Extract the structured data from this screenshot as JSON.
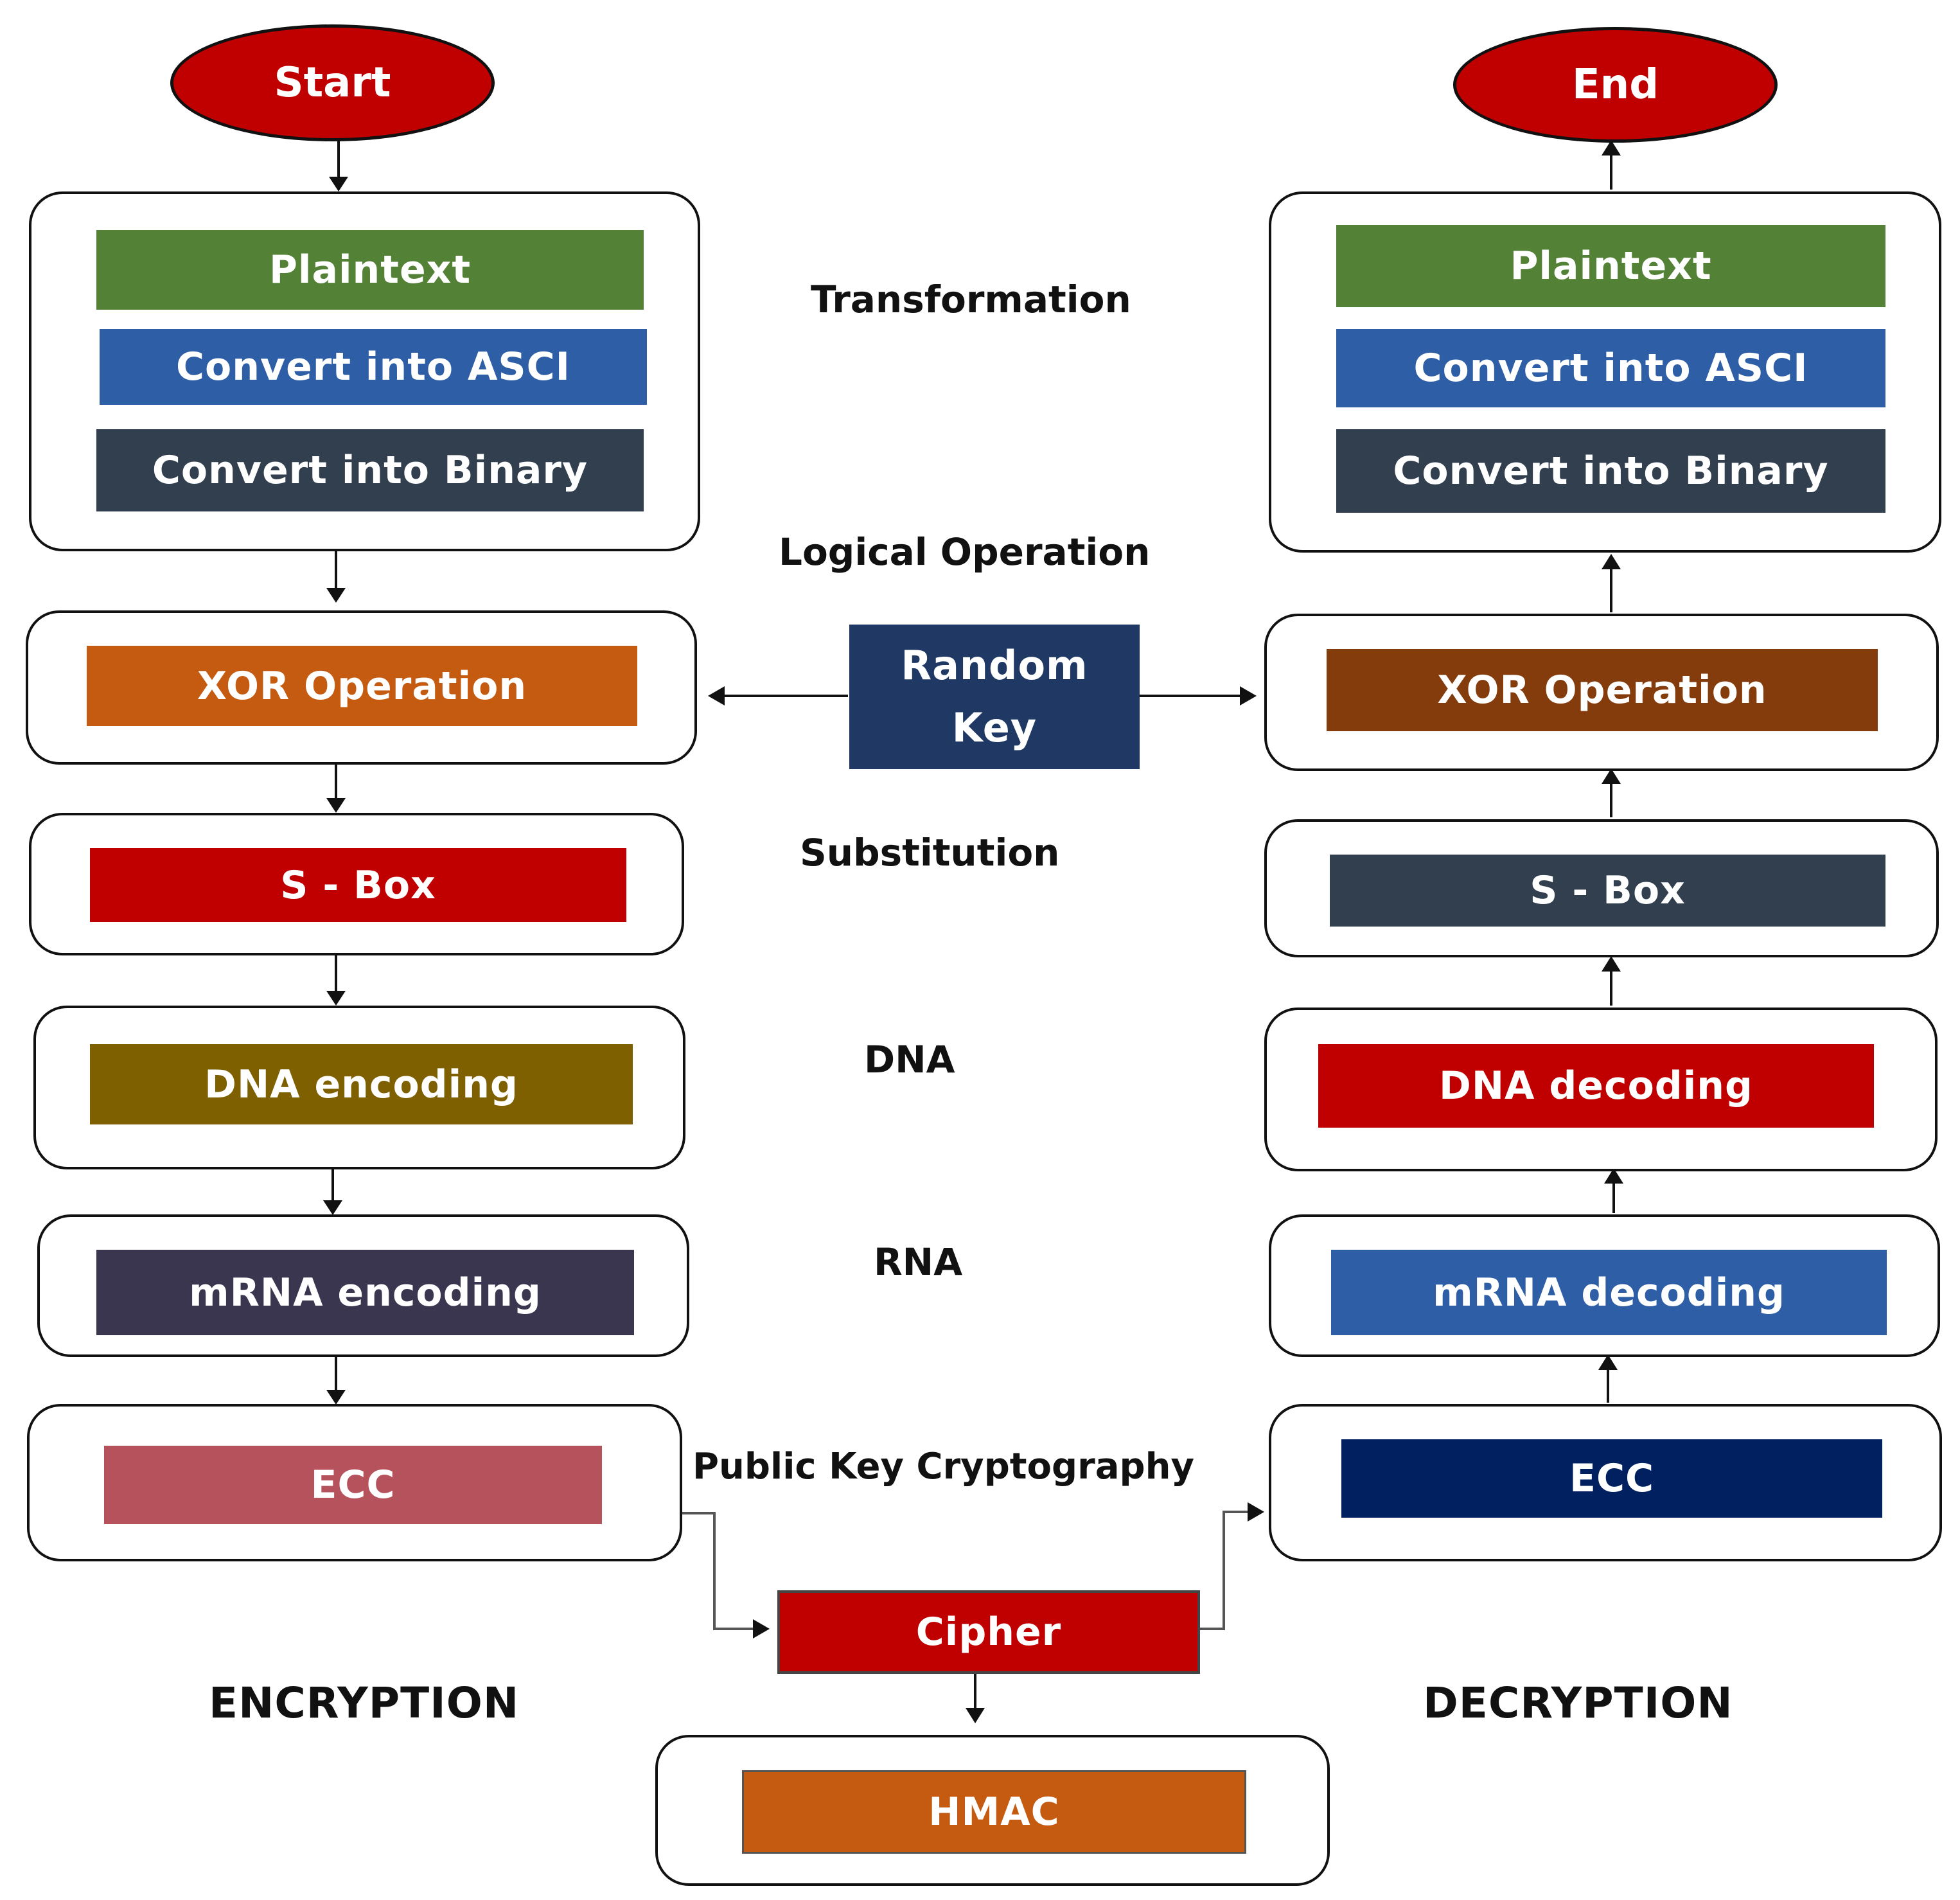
{
  "colors": {
    "green": "#538135",
    "blue": "#2e5ea6",
    "slate": "#323f4f",
    "orange": "#c55a11",
    "brown": "#843c0c",
    "red": "#c00000",
    "olive": "#7f6000",
    "purple_dark": "#3b3650",
    "rose": "#b5525b",
    "navy": "#002060",
    "navy_key": "#1f3864",
    "oval_red": "#c00000",
    "stroke": "#111111"
  },
  "terminals": {
    "start": "Start",
    "end": "End"
  },
  "encryption": {
    "title": "ENCRYPTION",
    "transform": [
      "Plaintext",
      "Convert into ASCI",
      "Convert into Binary"
    ],
    "xor": "XOR Operation",
    "sbox": "S - Box",
    "dna": "DNA encoding",
    "mrna": "mRNA encoding",
    "ecc": "ECC"
  },
  "decryption": {
    "title": "DECRYPTION",
    "transform": [
      "Plaintext",
      "Convert into ASCI",
      "Convert into Binary"
    ],
    "xor": "XOR Operation",
    "sbox": "S - Box",
    "dna": "DNA decoding",
    "mrna": "mRNA decoding",
    "ecc": "ECC"
  },
  "center": {
    "random_key": "Random\nKey",
    "cipher": "Cipher",
    "hmac": "HMAC"
  },
  "stage_labels": {
    "transformation": "Transformation",
    "logical": "Logical Operation",
    "substitution": "Substitution",
    "dna": "DNA",
    "rna": "RNA",
    "public_key": "Public Key Cryptography"
  }
}
